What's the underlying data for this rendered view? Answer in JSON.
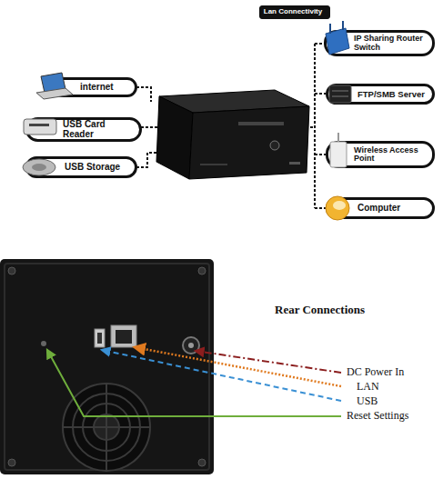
{
  "diagram": {
    "nodes": [
      {
        "text": [
          "Lan Connectivity"
        ]
      },
      {
        "text": [
          "IP Sharing Router Switch"
        ]
      },
      {
        "text": [
          "internet"
        ]
      },
      {
        "text": [
          "FTP/SMB Server"
        ]
      },
      {
        "text": [
          "USB Card Reader"
        ]
      },
      {
        "text": [
          "Wireless Access Point"
        ]
      },
      {
        "text": [
          "USB Storage"
        ]
      },
      {
        "text": [
          "Computer"
        ]
      }
    ],
    "labels": [
      "Rear Connections",
      "DC Power In",
      "LAN",
      "USB",
      "Reset Settings"
    ]
  }
}
